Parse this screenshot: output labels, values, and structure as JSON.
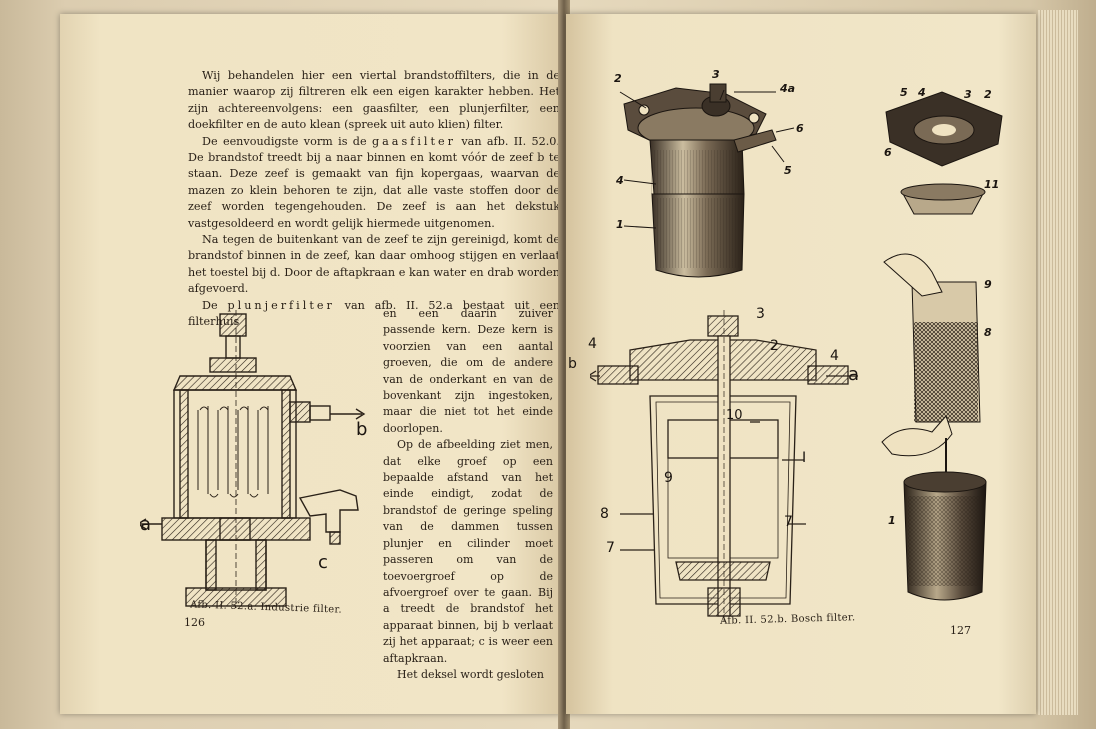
{
  "left_page": {
    "paragraphs": [
      "Wij behandelen hier een viertal brandstoffilters, die in de manier waarop zij filtreren elk een eigen karakter hebben. Het zijn achtereenvolgens: een gaasfilter, een plunjerfilter, een doekfilter en de auto klean (spreek uit auto klien) filter.",
      "De eenvoudigste vorm is de",
      "gaasfilter",
      "van afb. II. 52.0. De brandstof treedt bij a naar binnen en komt vóór de zeef b te staan. Deze zeef is gemaakt van fijn kopergaas, waarvan de mazen zo klein behoren te zijn, dat alle vaste stoffen door de zeef worden tegengehouden. De zeef is aan het dekstuk vastgesoldeerd en wordt gelijk hiermede uitgenomen.",
      "Na tegen de buitenkant van de zeef te zijn gereinigd, komt de brandstof binnen in de zeef, kan daar omhoog stijgen en verlaat het toestel bij d. Door de aftapkraan e kan water en drab worden afgevoerd.",
      "De",
      "plunjerfilter",
      "van afb. II. 52.a bestaat uit een filterhuis",
      "en een daarin zuiver passende kern. Deze kern is voorzien van een aantal groeven, die om de andere van de onderkant en van de bovenkant zijn ingestoken, maar die niet tot het einde doorlopen.",
      "Op de afbeelding ziet men, dat elke groef op een bepaalde afstand van het einde eindigt, zodat de brandstof de geringe speling van de dammen tussen plunjer en cilinder moet passeren om van de toevoergroef op de afvoergroef over te gaan. Bij a treedt de brandstof het apparaat binnen, bij b verlaat zij het apparaat; c is weer een aftapkraan.",
      "Het deksel wordt gesloten"
    ],
    "figure_labels": {
      "a": "a",
      "b": "b",
      "c": "c"
    },
    "caption": "Afb. II. 52.a. Industrie filter.",
    "page_number": "126"
  },
  "right_page": {
    "top_left_labels": [
      "2",
      "3",
      "4a",
      "6",
      "5",
      "4",
      "1"
    ],
    "top_right_labels": [
      "5",
      "4",
      "3",
      "2",
      "6",
      "11",
      "9",
      "8",
      "1"
    ],
    "section_labels": [
      "3",
      "4",
      "2",
      "4",
      "b",
      "a",
      "10",
      "I",
      "9",
      "8",
      "7",
      "7"
    ],
    "caption": "Afb. II. 52.b. Bosch filter.",
    "page_number": "127"
  }
}
